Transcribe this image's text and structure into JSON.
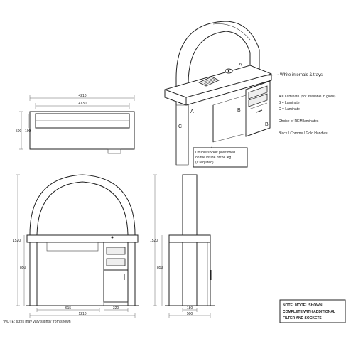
{
  "plan": {
    "width_outer": "4210",
    "width_inner": "4130",
    "depth_a": "500",
    "depth_b": "100"
  },
  "labels": {
    "A": "A",
    "B": "B",
    "C": "C"
  },
  "callouts": {
    "white_internals": "White internals & trays",
    "laminate_a": "A = Laminate (not available in gloss)",
    "laminate_b": "B = Laminate",
    "laminate_c": "C = Laminate",
    "rem_laminates": "Choice of REM laminates",
    "handles": "Black / Chrome / Gold Handles",
    "socket_line1": "Double socket positioned",
    "socket_line2": "on the inside of the leg",
    "socket_line3": "(if required)"
  },
  "front": {
    "height_total": "1520",
    "height_desk": "850",
    "width_left": "615",
    "width_total": "1210",
    "width_right": "320"
  },
  "side": {
    "height_total": "1520",
    "height_desk": "850",
    "depth_inner": "180",
    "depth_total": "500"
  },
  "footnote": "*NOTE: sizes may vary slightly from shown",
  "note_box": {
    "line1": "NOTE: MODEL SHOWN",
    "line2": "COMPLETE WITH ADDITIONAL",
    "line3": "FILTER AND SOCKETS"
  }
}
